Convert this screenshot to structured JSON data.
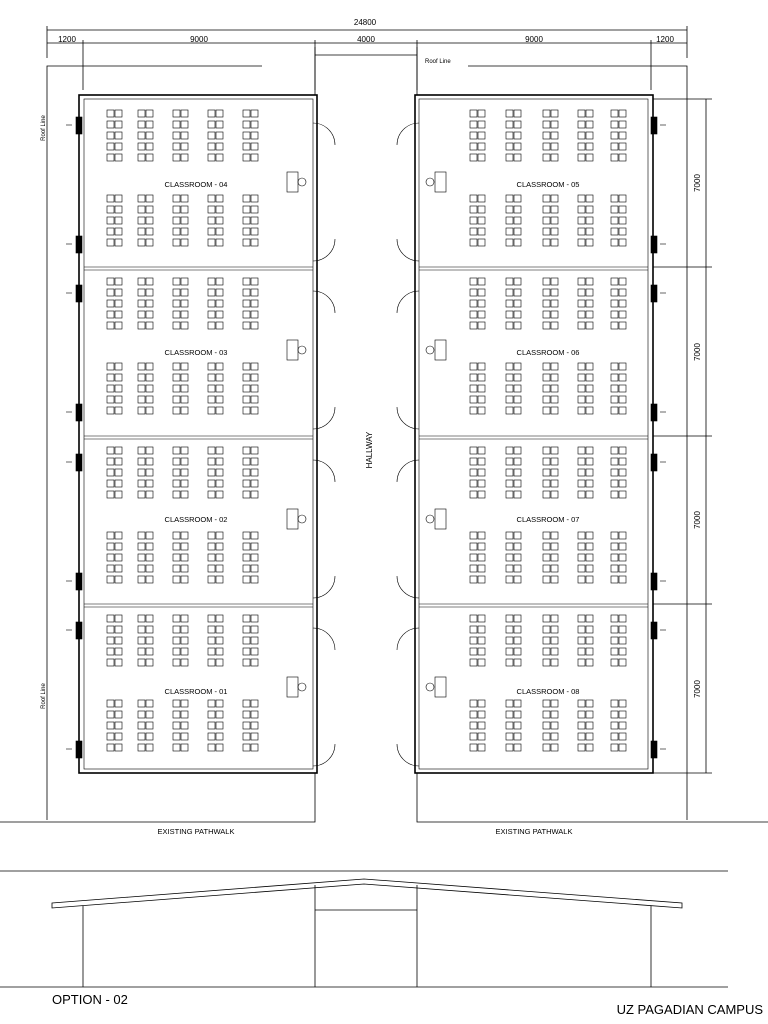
{
  "dimensions": {
    "overall": "24800",
    "top_segments": [
      "1200",
      "9000",
      "4000",
      "9000",
      "1200"
    ],
    "room_depth": "7000"
  },
  "labels": {
    "roof_line": "Roof Line",
    "hallway": "HALLWAY",
    "pathwalk_left": "EXISTING PATHWALK",
    "pathwalk_right": "EXISTING PATHWALK"
  },
  "rooms": {
    "left": [
      "CLASSROOM - 04",
      "CLASSROOM - 03",
      "CLASSROOM - 02",
      "CLASSROOM - 01"
    ],
    "right": [
      "CLASSROOM - 05",
      "CLASSROOM - 06",
      "CLASSROOM - 07",
      "CLASSROOM - 08"
    ]
  },
  "footer": {
    "option": "OPTION - 02",
    "campus": "UZ PAGADIAN CAMPUS"
  }
}
